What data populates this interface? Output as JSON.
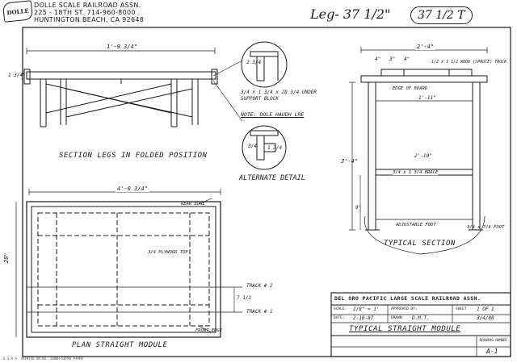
{
  "header": {
    "line1": "DOLLE SCALE RAILROAD ASSN.",
    "line2": "225 - 18TH ST.   714-960-8000",
    "line3": "HUNTINGTON BEACH, CA 92648",
    "logo": "DOLLE"
  },
  "top_note": "Leg- 37 1/2\"",
  "top_note_circled": "37 1/2 T",
  "section_view": {
    "dim_top": "1'-9 3/4\"",
    "dim_side": "1 3/4\"",
    "caption": "SECTION  LEGS IN FOLDED POSITION"
  },
  "detail": {
    "dim_a": "2 3/4",
    "note1": "3/4 x 1 3/4 x 28 3/4 UNDER",
    "note2": "SUPPORT BLOCK",
    "note3": "NOTE: DOLE HAUDH LRE",
    "dim_b": "3/4",
    "dim_c": "1 3/4",
    "caption": "ALTERNATE DETAIL"
  },
  "plan": {
    "dim_top": "4'-0 3/4\"",
    "dim_side": "28\"",
    "rear_edge": "REAR EDGE",
    "center_note": "3/4 PLYWOOD TOP",
    "track2": "TRACK # 2",
    "track1": "TRACK # 1",
    "dim_track": "7 1/2",
    "front_edge": "FRONT EDGE",
    "caption": "PLAN  STRAIGHT  MODULE"
  },
  "typical_section": {
    "dim_top": "2'-4\"",
    "dim_a": "4\"",
    "dim_b": "3\"",
    "dim_c": "4\"",
    "top_note": "1/2 x 1 1/2 WOOD (SPRUCE) TRUCK",
    "edge_note": "EDGE OF BOARD",
    "dim_span": "1'-11\"",
    "dim_height": "3'-4\"",
    "dim_inner": "2'-10\"",
    "brace_note": "3/4 x 1 3/4 BRACE",
    "dim_low": "9\"",
    "adj_foot": "ADJUSTABLE FOOT",
    "tie_note": "3/4 x 7/8 FOOT",
    "caption": "TYPICAL SECTION"
  },
  "title_block": {
    "org": "DEL ORO PACIFIC LARGE SCALE RAILROAD ASSN.",
    "scale_label": "SCALE:",
    "scale_value": "1/8\" = 1'",
    "drawn_label": "DRAWN:",
    "drawn_value": "D.M.T.",
    "date_label": "DATE:",
    "date_value": "2-18-87",
    "approved_label": "APPROVED BY:",
    "sheet_label": "SHEET",
    "sheet_value": "1 OF 1",
    "rev_value": "3/4/88",
    "drawing_title": "TYPICAL  STRAIGHT  MODULE",
    "drawing_no_label": "DRAWING NUMBER",
    "drawing_no": "A-1"
  },
  "footer": "D.S.R.A.  PRINTED ON NO. 1000H-REPRO PAPER"
}
